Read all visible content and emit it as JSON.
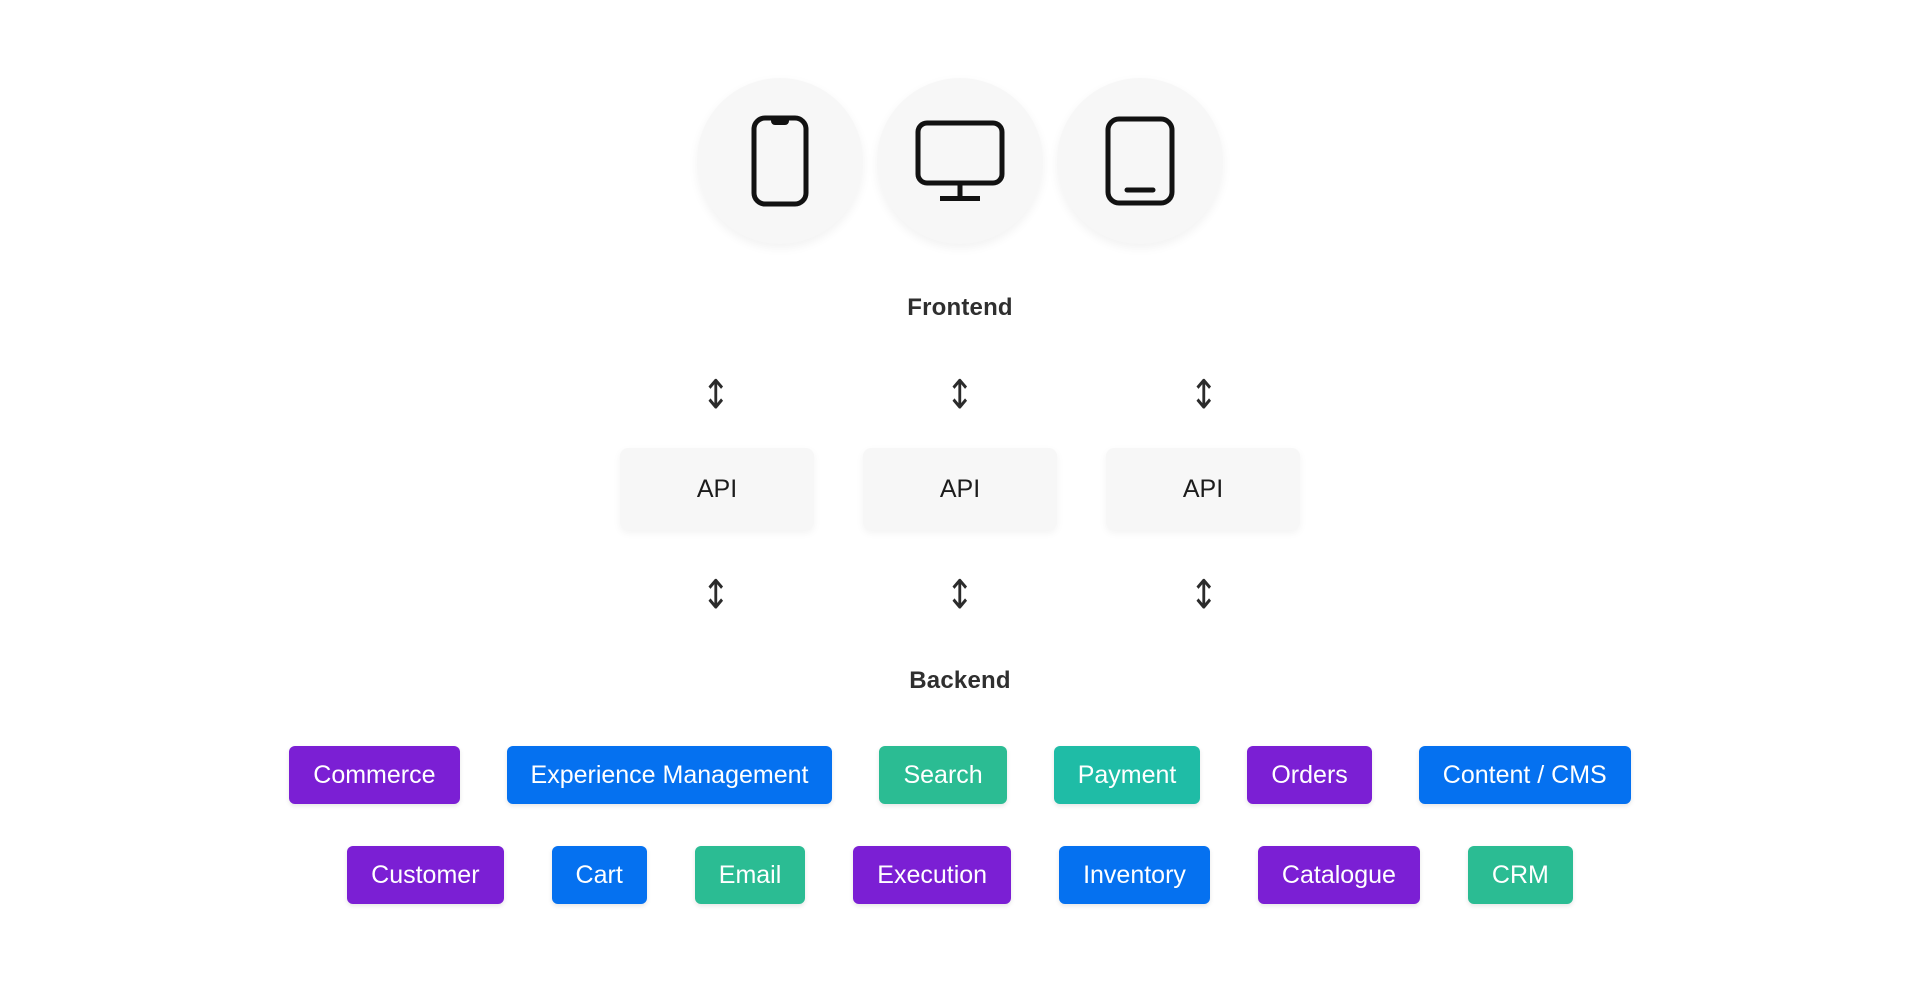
{
  "diagram": {
    "title_frontend": "Frontend",
    "title_backend": "Backend",
    "arrow_glyph": "↕"
  },
  "frontend": {
    "devices": [
      {
        "icon": "mobile-phone-icon",
        "name": "phone"
      },
      {
        "icon": "desktop-monitor-icon",
        "name": "desktop"
      },
      {
        "icon": "tablet-icon",
        "name": "tablet"
      }
    ],
    "arrows": [
      "↕",
      "↕",
      "↕"
    ]
  },
  "api": {
    "boxes": [
      {
        "label": "API"
      },
      {
        "label": "API"
      },
      {
        "label": "API"
      }
    ],
    "arrows": [
      "↕",
      "↕",
      "↕"
    ]
  },
  "backend": {
    "rows": [
      {
        "tags": [
          {
            "label": "Commerce",
            "color": "#7B1FD4"
          },
          {
            "label": "Experience Management",
            "color": "#0571F0"
          },
          {
            "label": "Search",
            "color": "#2BBC93"
          },
          {
            "label": "Payment",
            "color": "#1FBCA6"
          },
          {
            "label": "Orders",
            "color": "#7B1FD4"
          },
          {
            "label": "Content / CMS",
            "color": "#0571F0"
          }
        ]
      },
      {
        "tags": [
          {
            "label": "Customer",
            "color": "#7B1FD4"
          },
          {
            "label": "Cart",
            "color": "#0571F0"
          },
          {
            "label": "Email",
            "color": "#2BBC93"
          },
          {
            "label": "Execution",
            "color": "#7B1FD4"
          },
          {
            "label": "Inventory",
            "color": "#0571F0"
          },
          {
            "label": "Catalogue",
            "color": "#7B1FD4"
          },
          {
            "label": "CRM",
            "color": "#2BBC93"
          }
        ]
      }
    ]
  },
  "colors": {
    "purple": "#7B1FD4",
    "blue": "#0571F0",
    "green": "#2BBC93",
    "teal": "#1FBCA6",
    "surface": "#f7f7f7",
    "text_dark": "#2f2f2f",
    "background": "#ffffff"
  }
}
